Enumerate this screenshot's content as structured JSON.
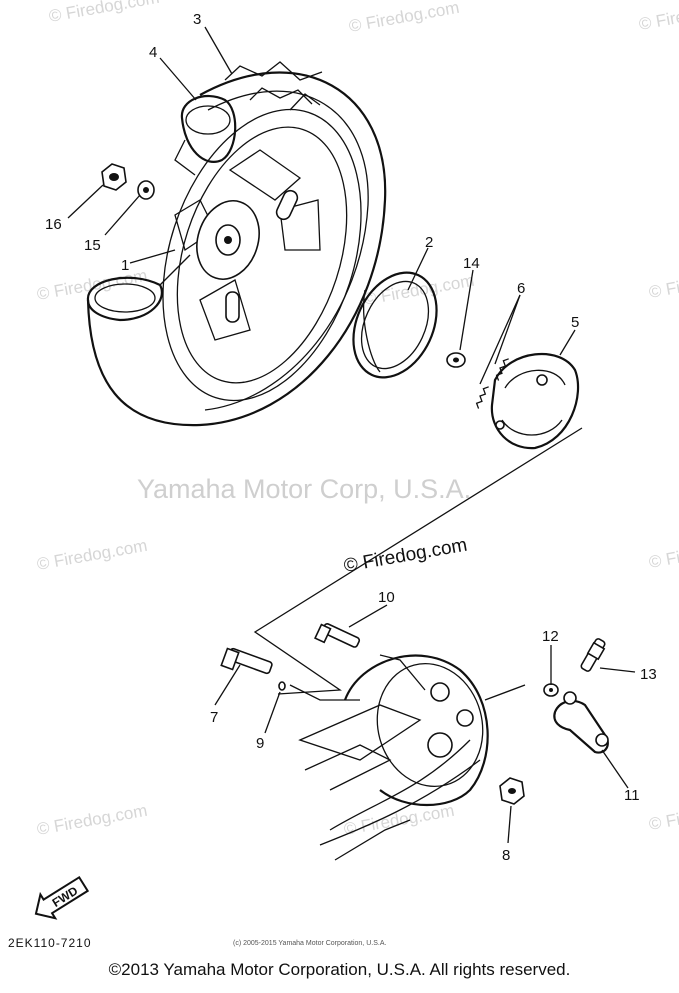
{
  "watermarks": [
    "© Firedog.com",
    "© Firedog.com",
    "© Firedog.com",
    "© Firedog.com",
    "© Firedog.com",
    "© Firedog.com",
    "© Firedog.com",
    "© Firedog.com",
    "© Firedog.com",
    "© Firedog.com",
    "© Firedog.com"
  ],
  "center_watermark": "Yamaha Motor Corp, U.S.A.",
  "center_firedog": "© Firedog.com",
  "callouts": [
    "1",
    "2",
    "3",
    "4",
    "5",
    "6",
    "7",
    "8",
    "9",
    "10",
    "11",
    "12",
    "13",
    "14",
    "15",
    "16"
  ],
  "fwd_label": "FWD",
  "diagram_code": "2EK110-7210",
  "small_credit": "(c) 2005-2015 Yamaha Motor Corporation, U.S.A.",
  "copyright": "©2013 Yamaha Motor Corporation, U.S.A. All rights reserved."
}
